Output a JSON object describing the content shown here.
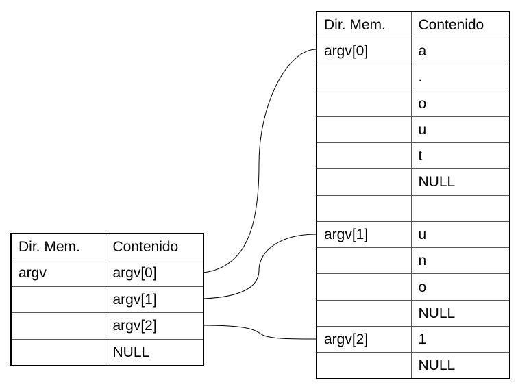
{
  "argv_table": {
    "headers": [
      "Dir. Mem.",
      "Contenido"
    ],
    "rows": [
      [
        "argv",
        "argv[0]"
      ],
      [
        "",
        "argv[1]"
      ],
      [
        "",
        "argv[2]"
      ],
      [
        "",
        "NULL"
      ]
    ]
  },
  "strings_table": {
    "headers": [
      "Dir. Mem.",
      "Contenido"
    ],
    "rows": [
      [
        "argv[0]",
        "a"
      ],
      [
        "",
        "."
      ],
      [
        "",
        "o"
      ],
      [
        "",
        "u"
      ],
      [
        "",
        "t"
      ],
      [
        "",
        "NULL"
      ],
      [
        "",
        ""
      ],
      [
        "argv[1]",
        "u"
      ],
      [
        "",
        "n"
      ],
      [
        "",
        "o"
      ],
      [
        "",
        "NULL"
      ],
      [
        "argv[2]",
        "1"
      ],
      [
        "",
        "NULL"
      ]
    ]
  },
  "connections": [
    {
      "from": "argv[0]",
      "to": "argv[0]"
    },
    {
      "from": "argv[1]",
      "to": "argv[1]"
    },
    {
      "from": "argv[2]",
      "to": "argv[2]"
    }
  ]
}
